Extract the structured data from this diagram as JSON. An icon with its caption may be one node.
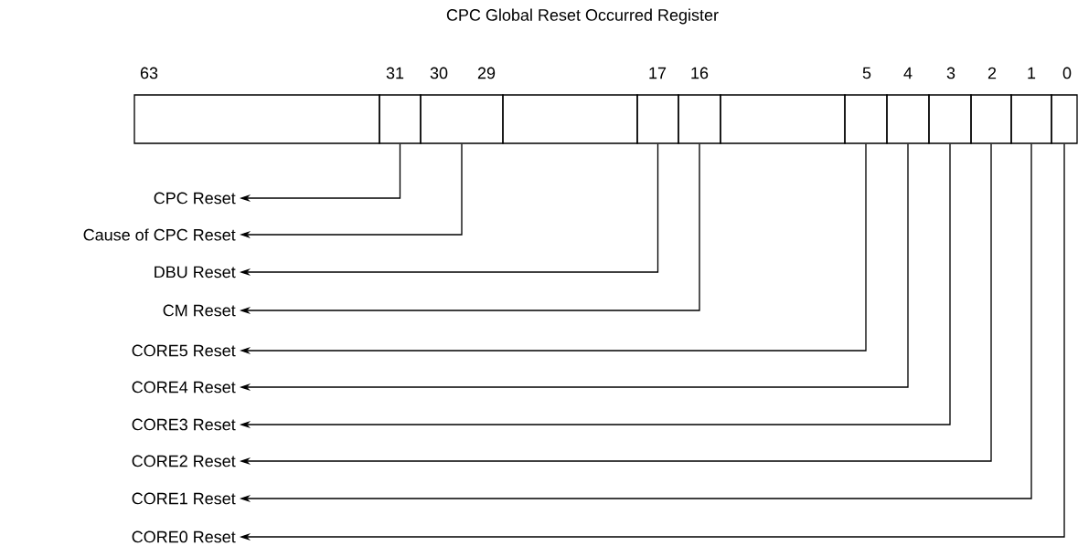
{
  "diagram": {
    "title": "CPC Global Reset Occurred Register",
    "nodes": [
      {
        "text": [],
        "shape": "box"
      },
      {
        "text": [],
        "shape": "box"
      },
      {
        "text": [],
        "shape": "box"
      },
      {
        "text": [],
        "shape": "box"
      },
      {
        "text": [],
        "shape": "box"
      },
      {
        "text": [],
        "shape": "box"
      },
      {
        "text": [],
        "shape": "box"
      },
      {
        "text": [],
        "shape": "box"
      },
      {
        "text": [],
        "shape": "box"
      },
      {
        "text": [],
        "shape": "box"
      },
      {
        "text": [],
        "shape": "box"
      },
      {
        "text": [],
        "shape": "box"
      },
      {
        "text": [],
        "shape": "box"
      },
      {
        "text": [
          "CPC Reset"
        ]
      },
      {
        "text": [
          "Cause of CPC Reset"
        ]
      },
      {
        "text": [
          "DBU Reset"
        ]
      },
      {
        "text": [
          "CM Reset"
        ]
      },
      {
        "text": [
          "CORE5 Reset"
        ]
      },
      {
        "text": [
          "CORE4 Reset"
        ]
      },
      {
        "text": [
          "CORE3 Reset"
        ]
      },
      {
        "text": [
          "CORE2 Reset"
        ]
      },
      {
        "text": [
          "CORE1 Reset"
        ]
      },
      {
        "text": [
          "CORE0 Reset"
        ]
      }
    ],
    "edges": [
      {
        "from": 1,
        "to": 13,
        "arrow": "to"
      },
      {
        "from": 2,
        "to": 14,
        "arrow": "to"
      },
      {
        "from": 4,
        "to": 15,
        "arrow": "to"
      },
      {
        "from": 5,
        "to": 16,
        "arrow": "to"
      },
      {
        "from": 7,
        "to": 17,
        "arrow": "to"
      },
      {
        "from": 8,
        "to": 18,
        "arrow": "to"
      },
      {
        "from": 9,
        "to": 19,
        "arrow": "to"
      },
      {
        "from": 10,
        "to": 20,
        "arrow": "to"
      },
      {
        "from": 11,
        "to": 21,
        "arrow": "to"
      },
      {
        "from": 12,
        "to": 22,
        "arrow": "to"
      }
    ],
    "labels": [
      "63",
      "31",
      "30",
      "29",
      "17",
      "16",
      "5",
      "4",
      "3",
      "2",
      "1",
      "0"
    ]
  }
}
